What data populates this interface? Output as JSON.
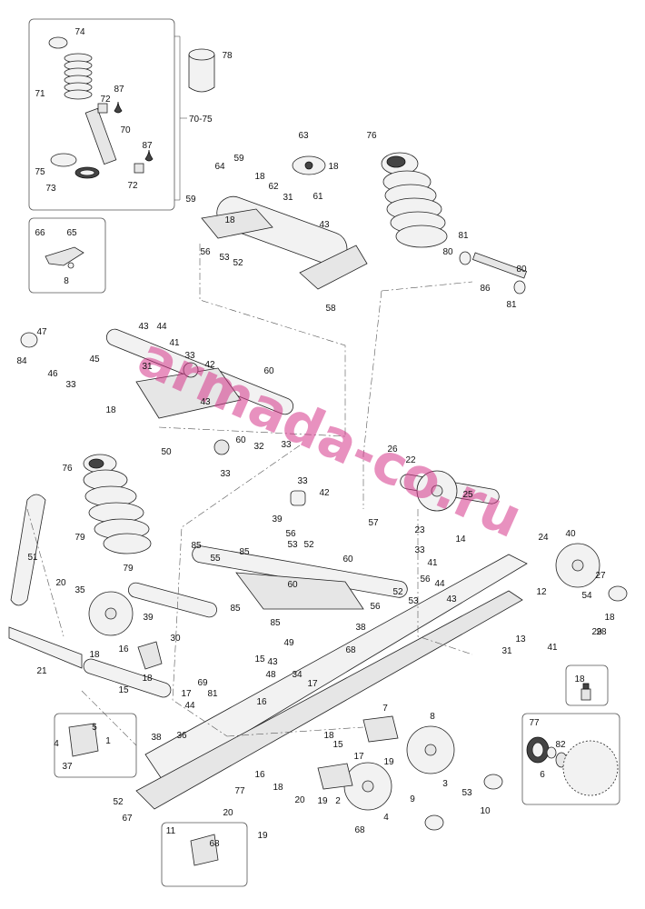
{
  "watermark": "armada-co.ru",
  "inset_labels": {
    "shock_group": "70-75"
  },
  "callouts": [
    "74",
    "78",
    "71",
    "72",
    "87",
    "70",
    "87",
    "75",
    "73",
    "72",
    "66",
    "65",
    "8",
    "63",
    "64",
    "59",
    "18",
    "76",
    "18",
    "62",
    "61",
    "31",
    "59",
    "43",
    "18",
    "56",
    "53",
    "52",
    "58",
    "81",
    "80",
    "80",
    "86",
    "81",
    "47",
    "84",
    "43",
    "44",
    "41",
    "33",
    "46",
    "33",
    "45",
    "31",
    "42",
    "60",
    "18",
    "43",
    "50",
    "60",
    "32",
    "33",
    "33",
    "26",
    "22",
    "76",
    "33",
    "42",
    "25",
    "39",
    "79",
    "56",
    "53",
    "52",
    "57",
    "23",
    "24",
    "40",
    "14",
    "85",
    "55",
    "85",
    "60",
    "33",
    "41",
    "56",
    "44",
    "12",
    "27",
    "51",
    "79",
    "60",
    "52",
    "53",
    "43",
    "28",
    "54",
    "85",
    "85",
    "56",
    "38",
    "68",
    "18",
    "20",
    "35",
    "39",
    "30",
    "13",
    "29",
    "31",
    "41",
    "49",
    "21",
    "18",
    "16",
    "18",
    "15",
    "44",
    "43",
    "34",
    "48",
    "17",
    "18",
    "15",
    "17",
    "69",
    "81",
    "16",
    "77",
    "82",
    "7",
    "8",
    "6",
    "5",
    "4",
    "1",
    "37",
    "38",
    "36",
    "18",
    "15",
    "17",
    "19",
    "16",
    "18",
    "20",
    "19",
    "2",
    "3",
    "53",
    "52",
    "67",
    "77",
    "20",
    "19",
    "68",
    "4",
    "9",
    "10",
    "11",
    "68"
  ]
}
